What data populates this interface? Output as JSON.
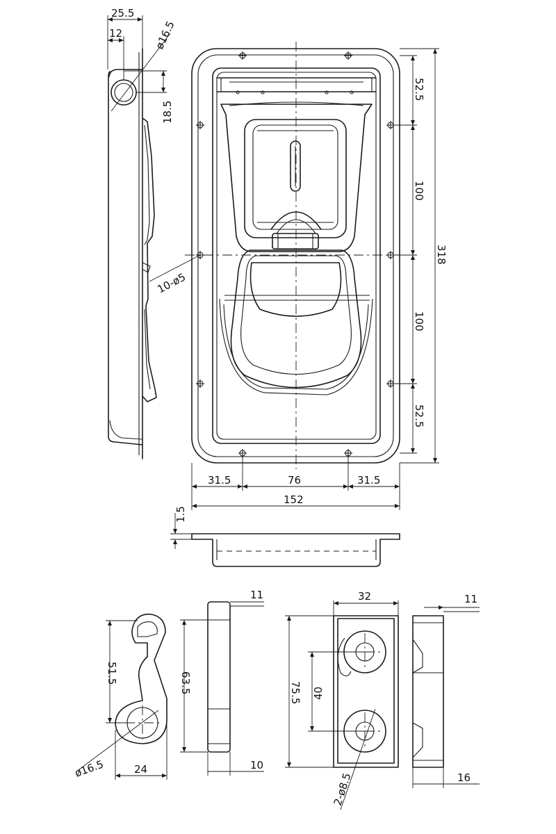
{
  "drawing": {
    "type": "technical drawing - recessed paddle latch",
    "line_color": "#1a1a1a",
    "background": "#ffffff"
  },
  "side_view": {
    "dim_width": "25.5",
    "dim_offset": "12",
    "dim_hole_dia": "ø16.5",
    "dim_hole_height": "18.5",
    "dim_holes_note": "10-ø5"
  },
  "front_view": {
    "dim_top": "52.5",
    "dim_upper": "100",
    "dim_lower": "100",
    "dim_bottom": "52.5",
    "dim_total_height": "318",
    "dim_left": "31.5",
    "dim_center": "76",
    "dim_right": "31.5",
    "dim_total_width": "152"
  },
  "bottom_view": {
    "dim_flange": "1.5"
  },
  "hook_part": {
    "dim_height": "51.5",
    "dim_dia": "ø16.5",
    "dim_width": "24"
  },
  "bar_part": {
    "dim_top": "11",
    "dim_height": "63.5",
    "dim_bottom": "10"
  },
  "block_part": {
    "dim_width": "32",
    "dim_height": "75.5",
    "dim_hole_spacing": "40",
    "dim_holes": "2-ø8.5"
  },
  "block_side": {
    "dim_top": "11",
    "dim_width": "16"
  }
}
